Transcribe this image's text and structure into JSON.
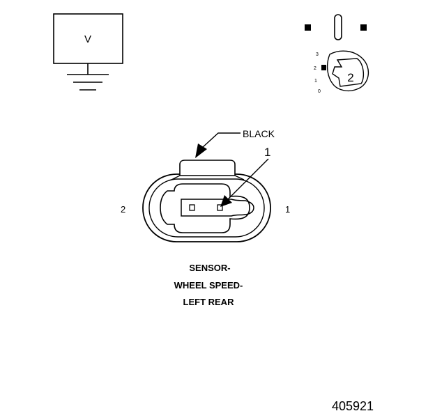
{
  "voltmeter": {
    "symbol": "V"
  },
  "switch": {
    "positions": [
      "3",
      "2",
      "1",
      "0"
    ],
    "selected_label": "2"
  },
  "connector": {
    "color_label": "BLACK",
    "callout_number": "1",
    "pin_left_label": "2",
    "pin_right_label": "1"
  },
  "caption": {
    "line1": "SENSOR-",
    "line2": "WHEEL SPEED-",
    "line3": "LEFT REAR"
  },
  "figure_id": "405921"
}
